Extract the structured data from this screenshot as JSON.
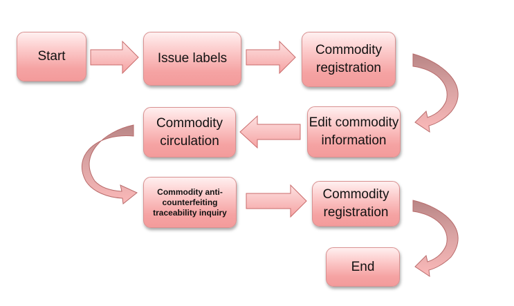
{
  "diagram": {
    "nodes": [
      {
        "id": "start",
        "label": "Start"
      },
      {
        "id": "issue",
        "label": "Issue labels"
      },
      {
        "id": "reg1",
        "label": "Commodity registration"
      },
      {
        "id": "edit",
        "label": "Edit commodity information"
      },
      {
        "id": "circ",
        "label": "Commodity circulation"
      },
      {
        "id": "inquiry",
        "label": "Commodity anti-counterfeiting traceability inquiry"
      },
      {
        "id": "reg2",
        "label": "Commodity registration"
      },
      {
        "id": "end",
        "label": "End"
      }
    ],
    "edges": [
      {
        "from": "start",
        "to": "issue"
      },
      {
        "from": "issue",
        "to": "reg1"
      },
      {
        "from": "reg1",
        "to": "edit"
      },
      {
        "from": "edit",
        "to": "circ"
      },
      {
        "from": "circ",
        "to": "inquiry"
      },
      {
        "from": "inquiry",
        "to": "reg2"
      },
      {
        "from": "reg2",
        "to": "end"
      }
    ],
    "colors": {
      "box_top": "#fff0f0",
      "box_bottom": "#f39b9b",
      "box_border": "#d99090",
      "arrow_fill": "#f9b8b8",
      "arrow_stroke": "#c96a6a",
      "curve_dark": "#b88080"
    }
  }
}
